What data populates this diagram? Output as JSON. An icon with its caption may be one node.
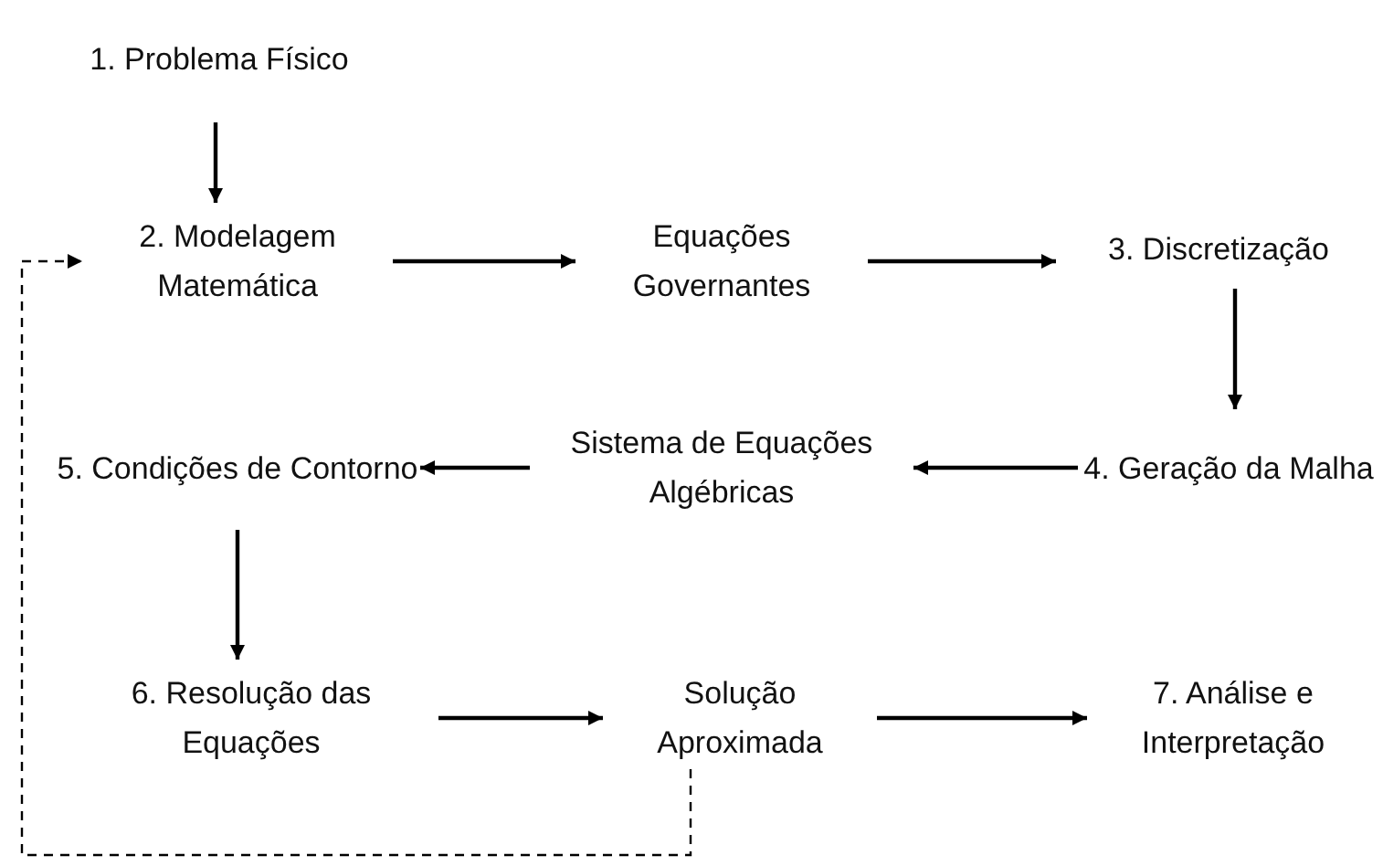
{
  "diagram": {
    "nodes": [
      {
        "text": [
          "1. Problema Físico"
        ]
      },
      {
        "text": [
          "2. Modelagem Matemática"
        ]
      },
      {
        "text": [
          "Equações Governantes"
        ]
      },
      {
        "text": [
          "3. Discretização"
        ]
      },
      {
        "text": [
          "4. Geração da Malha"
        ]
      },
      {
        "text": [
          "Sistema de Equações Algébricas"
        ]
      },
      {
        "text": [
          "5. Condições de Contorno"
        ]
      },
      {
        "text": [
          "6. Resolução das Equações"
        ]
      },
      {
        "text": [
          "Solução Aproximada"
        ]
      },
      {
        "text": [
          "7. Análise e Interpretação"
        ]
      }
    ],
    "edges": [
      {
        "from": 0,
        "to": 1,
        "arrow": "to"
      },
      {
        "from": 1,
        "to": 2,
        "arrow": "to"
      },
      {
        "from": 2,
        "to": 3,
        "arrow": "to"
      },
      {
        "from": 3,
        "to": 4,
        "arrow": "to"
      },
      {
        "from": 4,
        "to": 5,
        "arrow": "to"
      },
      {
        "from": 5,
        "to": 6,
        "arrow": "to"
      },
      {
        "from": 6,
        "to": 7,
        "arrow": "to"
      },
      {
        "from": 7,
        "to": 8,
        "arrow": "to"
      },
      {
        "from": 8,
        "to": 9,
        "arrow": "to"
      },
      {
        "from": 8,
        "to": 1,
        "arrow": "to",
        "style": "dashed"
      }
    ]
  }
}
